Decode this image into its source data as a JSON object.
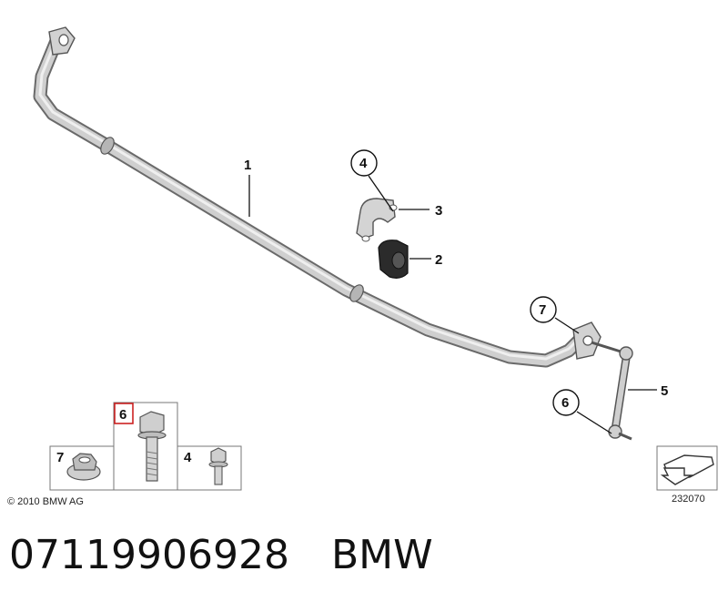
{
  "diagram": {
    "callouts": {
      "stabilizer_bar": "1",
      "rubber_mount": "2",
      "bracket": "3",
      "bolt_small": "4",
      "link": "5",
      "nut_lower": "6",
      "nut_upper": "7"
    },
    "legend": {
      "highlighted": "6",
      "left": "7",
      "right": "4"
    },
    "copyright": "© 2010 BMW AG",
    "diagram_number": "232070"
  },
  "caption": {
    "part_number": "07119906928",
    "brand": "BMW"
  },
  "colors": {
    "part_fill": "#c9c9c9",
    "part_stroke": "#555555",
    "highlight": "#cc2222"
  }
}
